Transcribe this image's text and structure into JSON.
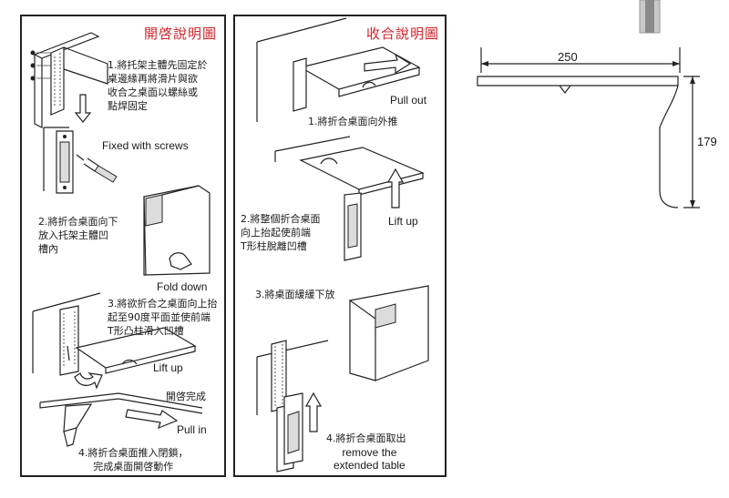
{
  "panels": {
    "open": {
      "title": "開啓說明圖",
      "steps": [
        {
          "text": "1.將托架主體先固定於\n桌邊緣再將滑片與欲\n收合之桌面以螺絲或\n點焊固定"
        },
        {
          "text": "2.將折合桌面向下\n放入托架主體凹\n槽內"
        },
        {
          "text": "3.將欲折合之桌面向上抬\n起至90度平面並使前端\nT形凸柱滑入凹槽"
        },
        {
          "text": "4.將折合桌面推入閉鎖，\n完成桌面開啓動作"
        }
      ],
      "labels": {
        "fixed_with_screws": "Fixed with screws",
        "fold_down": "Fold down",
        "lift_up": "Lift up",
        "open_complete": "開啓完成",
        "pull_in": "Pull in"
      }
    },
    "close": {
      "title": "收合說明圖",
      "steps": [
        {
          "text": "1.將折合桌面向外推"
        },
        {
          "text": "2.將整個折合桌面\n向上抬起使前端\nT形柱脫離凹槽"
        },
        {
          "text": "3.將桌面緩緩下放"
        },
        {
          "text": "4.將折合桌面取出"
        }
      ],
      "labels": {
        "pull_out": "Pull out",
        "lift_up": "Lift up",
        "remove": "remove the\nextended table"
      }
    }
  },
  "dimensions": {
    "width": "250",
    "height": "179"
  },
  "colors": {
    "title_red": "#d2262c",
    "line": "#222222"
  }
}
